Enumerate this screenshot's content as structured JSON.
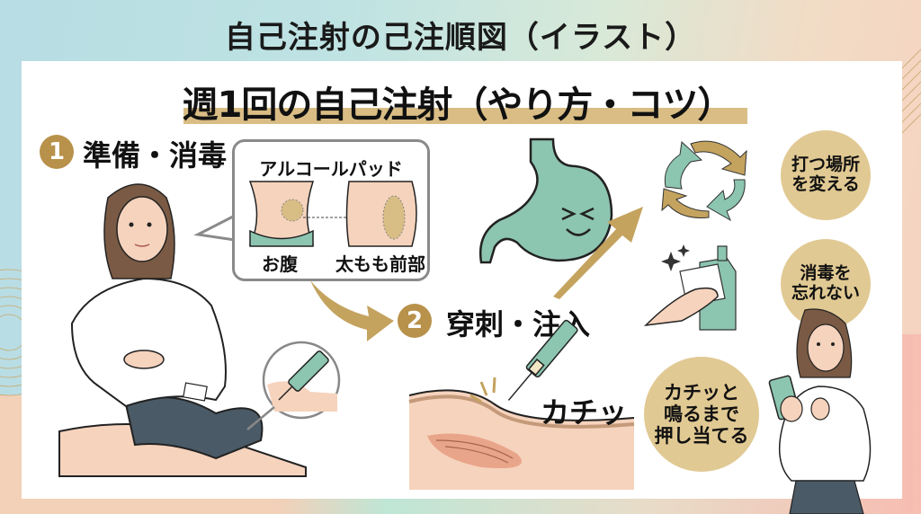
{
  "header": {
    "title": "自己注射の己注順図（イラスト）"
  },
  "subtitle": "週1回の自己注射（やり方・コツ）",
  "steps": [
    {
      "number": "1",
      "label": "準備・消毒"
    },
    {
      "number": "2",
      "label": "穿刺・注入"
    }
  ],
  "bubble": {
    "title": "アルコールパッド",
    "sites": [
      {
        "label": "お腹"
      },
      {
        "label": "太もも前部"
      }
    ]
  },
  "sound_effect": "カチッ",
  "tips": [
    {
      "text": "打つ場所\nを変える",
      "icon": "rotation-arrows-icon"
    },
    {
      "text": "消毒を\n忘れない",
      "icon": "disinfect-wipe-icon"
    },
    {
      "text": "カチッと\n鳴るまで\n押し当てる",
      "icon": "woman-with-phone"
    }
  ],
  "colors": {
    "accent_gold": "#b8914a",
    "tip_circle": "#e1c993",
    "mint": "#8cc5b0",
    "skin": "#f6d3bd",
    "bar": "#d9bd85"
  }
}
